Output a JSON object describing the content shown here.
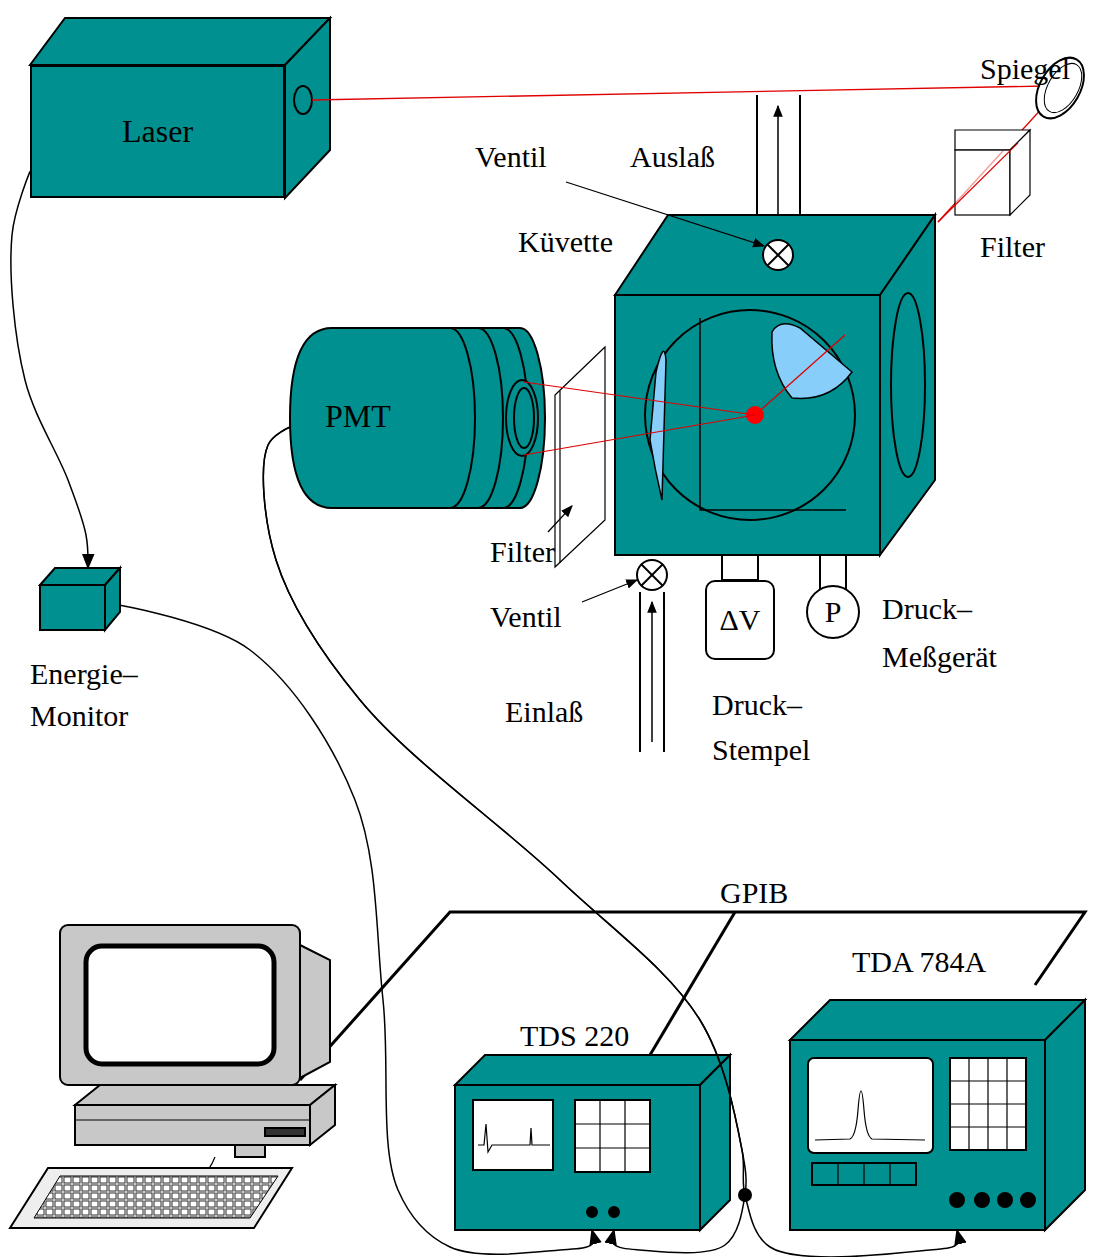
{
  "diagram": {
    "nodes": [
      {
        "text": [
          "Laser"
        ]
      },
      {
        "text": [
          "PMT"
        ]
      },
      {
        "text": [
          "ΔV",
          "Druck– Stempel"
        ]
      },
      {
        "text": [
          "P",
          "Druck– Meßgerät"
        ]
      },
      {
        "text": [
          "Energie– Monitor"
        ]
      },
      {
        "text": [
          "TDS 220"
        ]
      },
      {
        "text": [
          "TDA 784A"
        ]
      }
    ],
    "edges": [
      {
        "from": 0,
        "to": 4,
        "arrow": "to"
      },
      {
        "from": 4,
        "to": 5,
        "arrow": "to"
      },
      {
        "from": 1,
        "to": 5,
        "arrow": "to"
      },
      {
        "from": 1,
        "to": 6,
        "arrow": "to"
      }
    ],
    "labels": [
      "Spiegel",
      "Ventil",
      "Auslaß",
      "Küvette",
      "Filter",
      "Filter",
      "Ventil",
      "Einlaß",
      "GPIB"
    ]
  }
}
